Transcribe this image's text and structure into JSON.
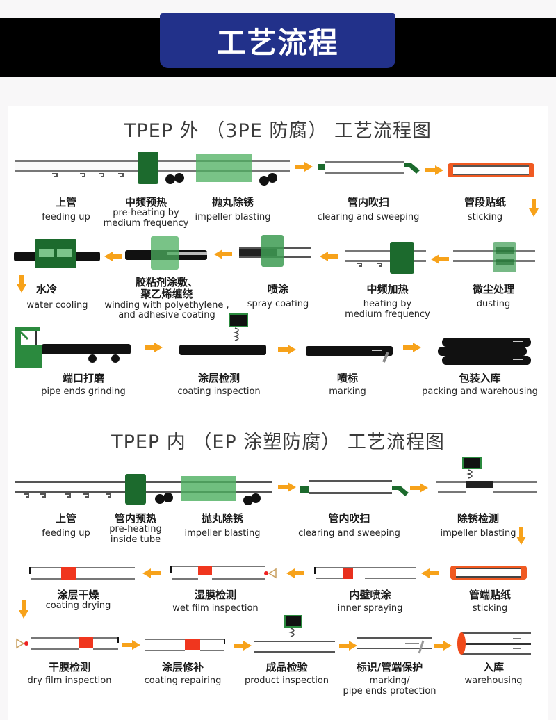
{
  "header": {
    "title": "工艺流程"
  },
  "colors": {
    "banner_bg": "#000000",
    "banner_tab": "#22318a",
    "machine_green": "#1f6b2f",
    "light_green": "#5fbf6f",
    "arrow_orange": "#f7a21a",
    "sticker_red": "#f04a1a",
    "pipe_gray": "#8a8a8a",
    "pipe_black": "#111111"
  },
  "outer": {
    "title": "TPEP 外 （3PE 防腐） 工艺流程图",
    "steps": [
      {
        "zh": "上管",
        "en": "feeding up"
      },
      {
        "zh": "中频预热",
        "en": "pre-heating by medium frequency",
        "en_lines": [
          "pre-heating by",
          "medium frequency"
        ]
      },
      {
        "zh": "抛丸除锈",
        "en": "impeller blasting"
      },
      {
        "zh": "管内吹扫",
        "en": "clearing and sweeping"
      },
      {
        "zh": "管段贴纸",
        "en": "sticking"
      },
      {
        "zh": "微尘处理",
        "en": "dusting"
      },
      {
        "zh": "中频加热",
        "en": "heating by medium frequency",
        "en_lines": [
          "heating by",
          "medium frequency"
        ]
      },
      {
        "zh": "喷涂",
        "en": "spray coating"
      },
      {
        "zh": "胶粘剂涂敷、聚乙烯缠绕",
        "zh_lines": [
          "胶粘剂涂敷、",
          "聚乙烯缠绕"
        ],
        "en": "winding with polyethylene , and adhesive coating",
        "en_lines": [
          "winding with polyethylene ,",
          "and adhesive coating"
        ]
      },
      {
        "zh": "水冷",
        "en": "water cooling"
      },
      {
        "zh": "端口打磨",
        "en": "pipe ends grinding"
      },
      {
        "zh": "涂层检测",
        "en": "coating inspection"
      },
      {
        "zh": "喷标",
        "en": "marking"
      },
      {
        "zh": "包装入库",
        "en": "packing and warehousing"
      }
    ]
  },
  "inner": {
    "title": "TPEP 内 （EP 涂塑防腐） 工艺流程图",
    "steps": [
      {
        "zh": "上管",
        "en": "feeding up"
      },
      {
        "zh": "管内预热",
        "en": "pre-heating inside tube",
        "en_lines": [
          "pre-heating",
          "inside tube"
        ]
      },
      {
        "zh": "抛丸除锈",
        "en": "impeller blasting"
      },
      {
        "zh": "管内吹扫",
        "en": "clearing and sweeping"
      },
      {
        "zh": "除锈检测",
        "en": "impeller blasting"
      },
      {
        "zh": "管端贴纸",
        "en": "sticking"
      },
      {
        "zh": "内壁喷涂",
        "en": "inner spraying"
      },
      {
        "zh": "湿膜检测",
        "en": "wet film inspection"
      },
      {
        "zh": "涂层干燥",
        "en": "coating drying"
      },
      {
        "zh": "干膜检测",
        "en": "dry film inspection"
      },
      {
        "zh": "涂层修补",
        "en": "coating repairing"
      },
      {
        "zh": "成品检验",
        "en": "product inspection"
      },
      {
        "zh": "标识/管端保护",
        "en": "marking/ pipe ends protection",
        "en_lines": [
          "marking/",
          "pipe ends protection"
        ]
      },
      {
        "zh": "入库",
        "en": "warehousing"
      }
    ]
  },
  "icons": {
    "flow_arrow": "orange-arrow",
    "machine": "green-machine-box",
    "pipe": "pipe-segment",
    "roller": "black-roller",
    "gauge": "thickness-gauge"
  }
}
